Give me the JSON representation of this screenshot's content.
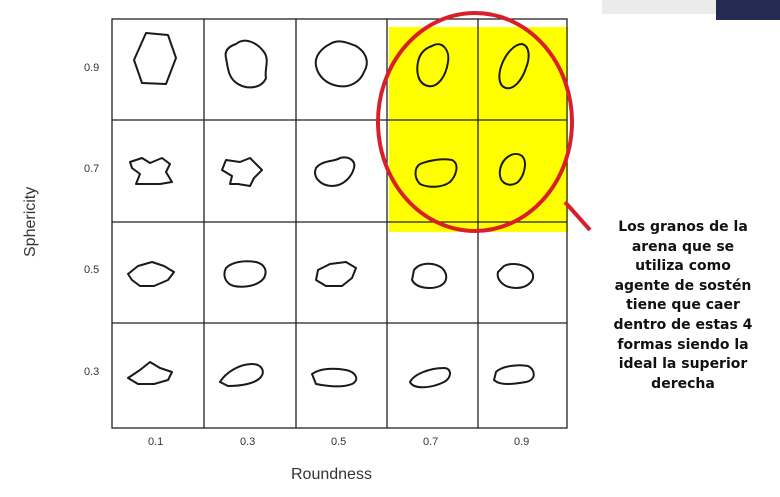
{
  "figure": {
    "x_axis_label": "Roundness",
    "y_axis_label": "Sphericity",
    "x_ticks": [
      "0.1",
      "0.3",
      "0.5",
      "0.7",
      "0.9"
    ],
    "y_ticks": [
      "0.9",
      "0.7",
      "0.5",
      "0.3"
    ],
    "highlight_color": "#ffff00",
    "circle_color": "#d9202a",
    "grid_color": "#222222"
  },
  "annotation": {
    "text": "Los granos de la arena que se utiliza como agente de sostén tiene que caer dentro de estas 4 formas siendo la ideal la superior derecha",
    "lines": [
      "Los granos de la",
      "arena que se",
      "utiliza como",
      "agente de sostén",
      "tiene que caer",
      "dentro de estas 4",
      "formas siendo la",
      "ideal la superior",
      "derecha"
    ]
  }
}
